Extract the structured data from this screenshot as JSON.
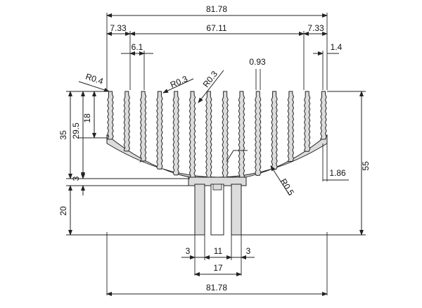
{
  "dimensions": {
    "top_overall": "81.78",
    "top_left_margin": "7.33",
    "top_middle": "67.11",
    "top_right_margin": "7.33",
    "fin_pitch": "6.1",
    "right_offset": "1.4",
    "fin_thickness": "0.93",
    "radius_left_tip": "R0.4",
    "radius_fin_a": "R0.3",
    "radius_fin_b": "R0.3",
    "radius_base": "R0.5",
    "left_35": "35",
    "left_29_5": "29.5",
    "left_18": "18",
    "left_3": "3",
    "left_20": "20",
    "right_55": "55",
    "right_1_86": "1.86",
    "bottom_3_left": "3",
    "bottom_11": "11",
    "bottom_3_right": "3",
    "bottom_17": "17",
    "bottom_overall": "81.78"
  },
  "colors": {
    "part_fill": "#dcdcdc",
    "line": "#222222"
  }
}
